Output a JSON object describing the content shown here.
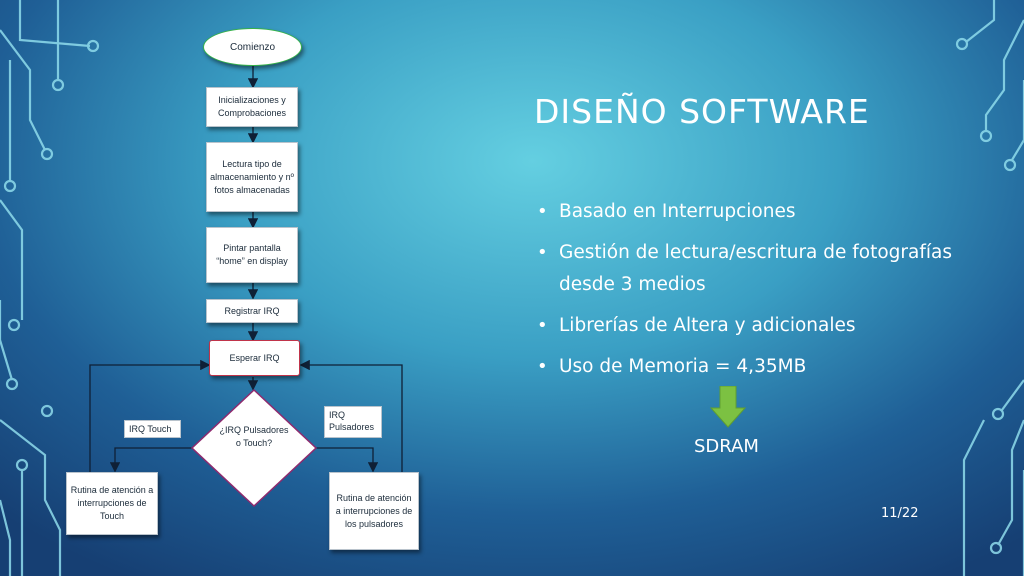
{
  "slide": {
    "title": "DISEÑO SOFTWARE",
    "bullets": [
      "Basado en Interrupciones",
      "Gestión de lectura/escritura de fotografías desde 3 medios",
      "Librerías de Altera y adicionales",
      "Uso de Memoria = 4,35MB"
    ],
    "arrow_color": "#7cc142",
    "sdram_label": "SDRAM",
    "page_number": "11/22"
  },
  "flowchart": {
    "start": "Comienzo",
    "init": "Inicializaciones y Comprobaciones",
    "storage": "Lectura tipo de almacenamiento y nº fotos almacenadas",
    "paint_home": "Pintar pantalla “home” en display",
    "register_irq": "Registrar IRQ",
    "wait_irq": "Esperar IRQ",
    "decision": "¿IRQ Pulsadores o Touch?",
    "irq_touch": "IRQ Touch",
    "irq_buttons": "IRQ Pulsadores",
    "touch_routine": "Rutina de atención a interrupciones de Touch",
    "buttons_routine": "Rutina de atención a interrupciones de los pulsadores"
  },
  "colors": {
    "start_border": "#36b24a",
    "highlight_border": "#c0344a",
    "decision_border": "#8e2a6e"
  }
}
